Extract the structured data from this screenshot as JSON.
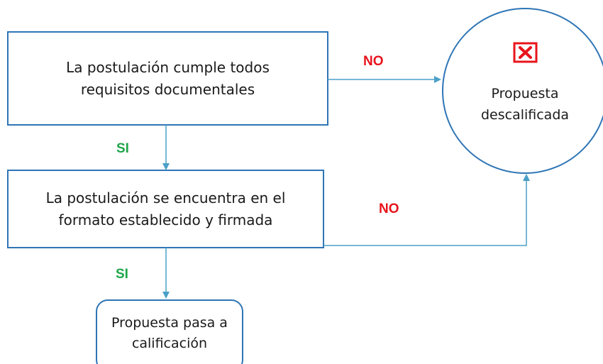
{
  "diagram": {
    "box1": {
      "line1": "La postulación cumple todos",
      "line2": "requisitos documentales"
    },
    "box2": {
      "line1": "La postulación se encuentra en el",
      "line2": "formato establecido y firmada"
    },
    "box3": {
      "line1": "Propuesta pasa a",
      "line2": "calificación"
    },
    "circle": {
      "line1": "Propuesta",
      "line2": "descalificada",
      "icon": "x-mark-icon"
    },
    "labels": {
      "no_top": "NO",
      "no_mid": "NO",
      "si_top": "SI",
      "si_bottom": "SI"
    },
    "colors": {
      "border": "#2e75b6",
      "connector": "#4aa0c8",
      "no": "#e8141c",
      "si": "#1fa64a",
      "reject_icon": "#e8141c"
    }
  }
}
